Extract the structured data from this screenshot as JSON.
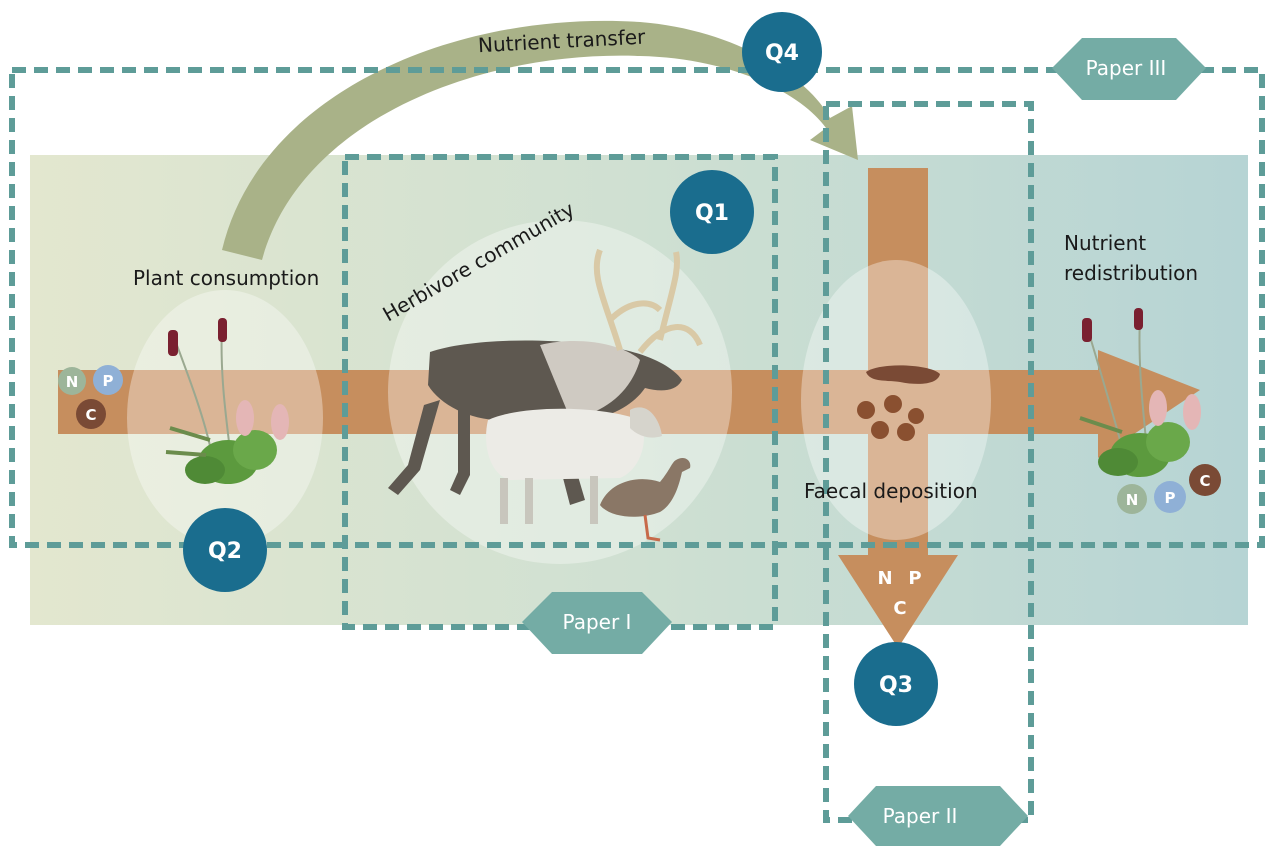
{
  "labels": {
    "plant_consumption": "Plant consumption",
    "herbivore_community": "Herbivore community",
    "faecal_deposition": "Faecal deposition",
    "nutrient_redistribution_line1": "Nutrient",
    "nutrient_redistribution_line2": "redistribution",
    "nutrient_transfer": "Nutrient transfer"
  },
  "questions": {
    "q1": "Q1",
    "q2": "Q2",
    "q3": "Q3",
    "q4": "Q4"
  },
  "papers": {
    "paper1": "Paper I",
    "paper2": "Paper II",
    "paper3": "Paper III"
  },
  "nutrients": {
    "n": "N",
    "p": "P",
    "c": "C"
  },
  "colors": {
    "question_circle": "#1a6d8e",
    "paper_hexagon": "#74aca5",
    "dashed_box": "#5e9c98",
    "flow_arrow": "#c68e5e",
    "transfer_arrow": "#a9b288",
    "nitrogen": "#9db59a",
    "phosphorus": "#8fb0d6",
    "carbon": "#7a4a35"
  }
}
